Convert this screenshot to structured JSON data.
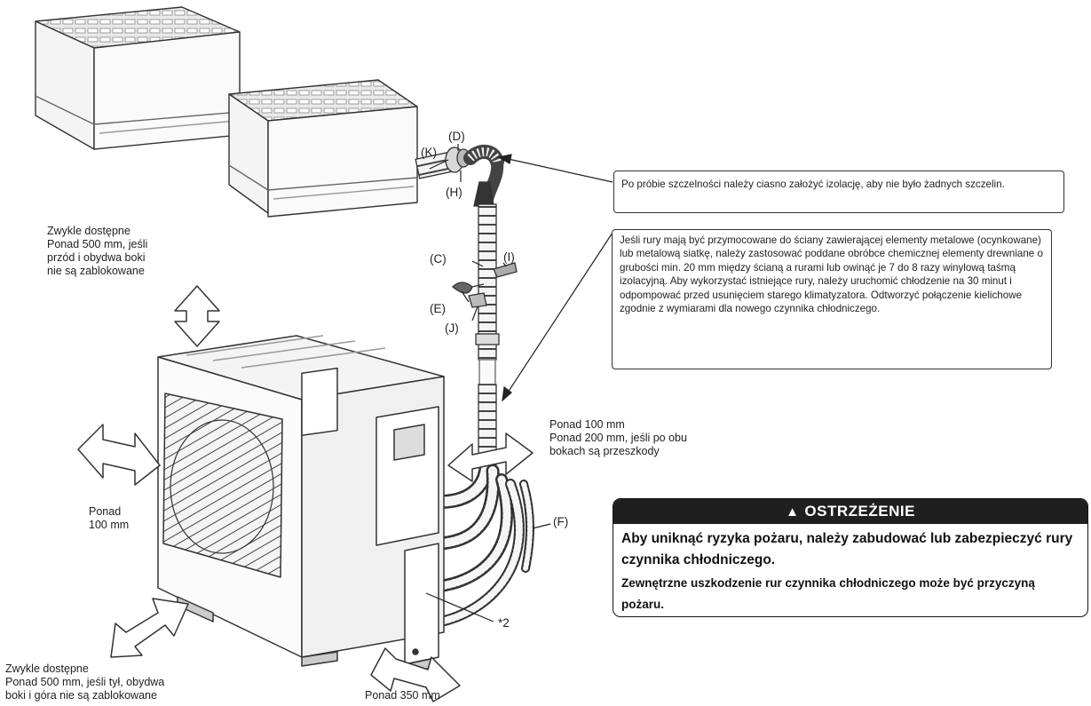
{
  "labels": {
    "top_left": "Zwykle dostępne\nPonad 500 mm, jeśli\nprzód i obydwa boki\nnie są zablokowane",
    "left": "Ponad\n100 mm",
    "bottom_left": "Zwykle dostępne\nPonad 500 mm, jeśli tył, obydwa\nboki i góra nie są zablokowane",
    "right": "Ponad 100 mm\nPonad 200 mm, jeśli po obu\nbokach są przeszkody",
    "bottom": "Ponad 350 mm"
  },
  "part_codes": {
    "k": "(K)",
    "d": "(D)",
    "h": "(H)",
    "c": "(C)",
    "i": "(I)",
    "e": "(E)",
    "j": "(J)",
    "f": "(F)",
    "n2": "*2"
  },
  "notes": {
    "insulation": "Po próbie szczelności należy ciasno założyć izolację, aby nie było żadnych szczelin.",
    "pipes": "Jeśli rury mają być przymocowane do ściany zawierającej elementy metalowe (ocynkowane) lub metalową siatkę, należy zastosować poddane obróbce chemicznej elementy drewniane o grubości min. 20 mm między ścianą a rurami lub owinąć je 7 do 8 razy winylową taśmą izolacyjną. Aby wykorzystać istniejące rury, należy uruchomić chłodzenie na 30 minut i odpompować przed usunięciem starego klimatyzatora. Odtworzyć połączenie kielichowe zgodnie z wymiarami dla nowego czynnika chłodniczego."
  },
  "warning": {
    "title": "OSTRZEŻENIE",
    "bold": "Aby uniknąć ryzyka pożaru, należy zabudować lub zabezpieczyć rury czynnika chłodniczego.",
    "text": "Zewnętrzne uszkodzenie rur czynnika chłodniczego może być przyczyną pożaru."
  },
  "icons": {
    "warning": "warning-triangle-icon"
  }
}
